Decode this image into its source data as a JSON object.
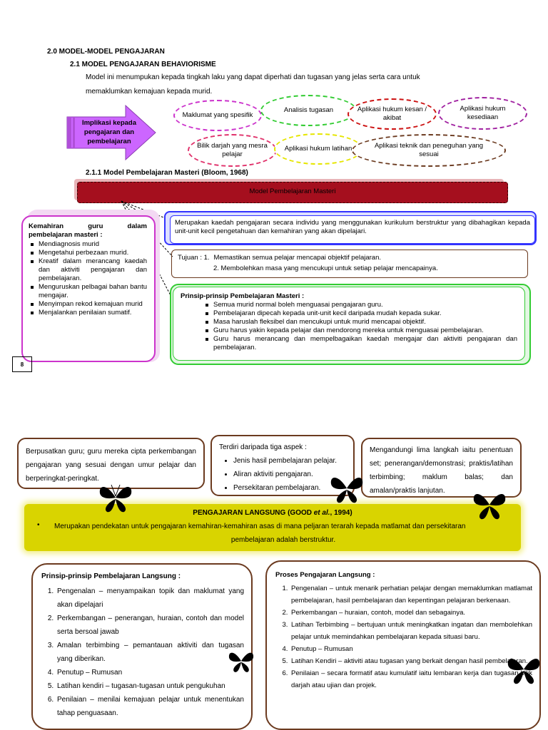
{
  "heading_2_0": "2.0  MODEL-MODEL PENGAJARAN",
  "heading_2_1": "2.1  MODEL PENGAJARAN BEHAVIORISME",
  "intro_line1": "Model ini menumpukan kepada tingkah laku yang dapat diperhati dan tugasan yang jelas serta cara untuk",
  "intro_line2": "memaklumkan kemajuan kepada murid.",
  "arrow_label": "Implikasi kepada pengajaran dan pembelajaran",
  "ovals": [
    "Maklumat yang spesifik",
    "Analisis tugasan",
    "Aplikasi hukum kesan / akibat",
    "Aplikasi hukum kesediaan",
    "Bilik darjah yang mesra pelajar",
    "Aplikasi hukum latihan",
    "Aplikasi teknik dan peneguhan yang sesuai"
  ],
  "heading_2_1_1": "2.1.1  Model Pembelajaran Masteri (Bloom, 1968)",
  "masteri_bar": "Model Pembelajaran Masteri",
  "kemahiran": {
    "title": "Kemahiran guru dalam pembelajaran masteri :",
    "items": [
      "Mendiagnosis murid",
      "Mengetahui perbezaan murid.",
      "Kreatif dalam merancang kaedah dan aktiviti pengajaran dan pembelajaran.",
      "Menguruskan pelbagai bahan bantu mengajar.",
      "Menyimpan rekod kemajuan murid",
      "Menjalankan penilaian sumatif."
    ]
  },
  "definisi": "Merupakan kaedah pengajaran secara individu yang menggunakan kurikulum berstruktur yang dibahagikan kepada unit-unit kecil pengetahuan dan kemahiran yang akan dipelajari.",
  "tujuan": {
    "label": "Tujuan : 1.",
    "item1": "Memastikan semua pelajar mencapai objektif pelajaran.",
    "item2": "2.  Membolehkan masa yang mencukupi untuk setiap pelajar mencapainya."
  },
  "prinsip_masteri": {
    "title": "Prinsip-prinsip Pembelajaran Masteri :",
    "items": [
      "Semua murid normal boleh menguasai pengajaran guru.",
      "Pembelajaran dipecah kepada unit-unit kecil daripada mudah kepada sukar.",
      "Masa haruslah fleksibel dan mencukupi untuk murid mencapai objektif.",
      "Guru harus yakin kepada pelajar dan mendorong mereka untuk menguasai pembelajaran.",
      "Guru harus merancang dan mempelbagaikan kaedah mengajar dan aktiviti pengajaran dan pembelajaran."
    ]
  },
  "page_number": "8",
  "berpusatkan": "Berpusatkan guru; guru mereka cipta perkembangan pengajaran yang sesuai dengan umur pelajar dan berperingkat-peringkat.",
  "aspek": {
    "title": "Terdiri daripada tiga aspek :",
    "items": [
      "Jenis hasil pembelajaran pelajar.",
      "Aliran aktiviti pengajaran.",
      "Persekitaran pembelajaran."
    ]
  },
  "langkah": "Mengandungi lima langkah iaitu penentuan set; penerangan/demonstrasi; praktis/latihan terbimbing; maklum balas; dan amalan/praktis lanjutan.",
  "langsung_banner": {
    "title_pre": "PENGAJARAN LANGSUNG (GOOD ",
    "title_etal": "et al.",
    "title_post": ", 1994)",
    "desc_line1": "Merupakan pendekatan untuk pengajaran kemahiran-kemahiran asas di mana peljaran terarah kepada matlamat dan persekitaran",
    "desc_line2": "pembelajaran adalah berstruktur."
  },
  "prinsip_langsung": {
    "title": "Prinsip-prinsip Pembelajaran Langsung :",
    "items": [
      "Pengenalan – menyampaikan topik dan maklumat yang akan dipelajari",
      "Perkembangan – penerangan, huraian, contoh dan model serta bersoal jawab",
      "Amalan terbimbing – pemantauan aktiviti dan tugasan yang diberikan.",
      "Penutup – Rumusan",
      "Latihan kendiri – tugasan-tugasan untuk pengukuhan",
      "Penilaian – menilai kemajuan pelajar untuk menentukan tahap penguasaan."
    ]
  },
  "proses_langsung": {
    "title": "Proses Pengajaran Langsung :",
    "items": [
      "Pengenalan – untuk menarik perhatian pelajar dengan memaklumkan matlamat pembelajaran, hasil pembelajaran dan kepentingan pelajaran berkenaan.",
      "Perkembangan – huraian, contoh, model dan sebagainya.",
      "Latihan Terbimbing – bertujuan untuk meningkatkan ingatan dan membolehkan pelajar untuk memindahkan pembelajaran kepada situasi baru.",
      "Penutup – Rumusan",
      "Latihan Kendiri – aktiviti atau tugasan yang berkait dengan hasil pembelajaran.",
      "Penilaian – secara formatif atau kumulatif iaitu lembaran kerja dan tugasan bilik darjah atau ujian dan projek."
    ]
  },
  "colors": {
    "arrow_purple": "#cc66ff",
    "masteri_red": "#a50f1e",
    "banner_yellow": "#d9d400",
    "box_brown": "#6b3a1f",
    "green": "#33cc33",
    "magenta": "#cc33cc",
    "blue": "#3333ff"
  }
}
